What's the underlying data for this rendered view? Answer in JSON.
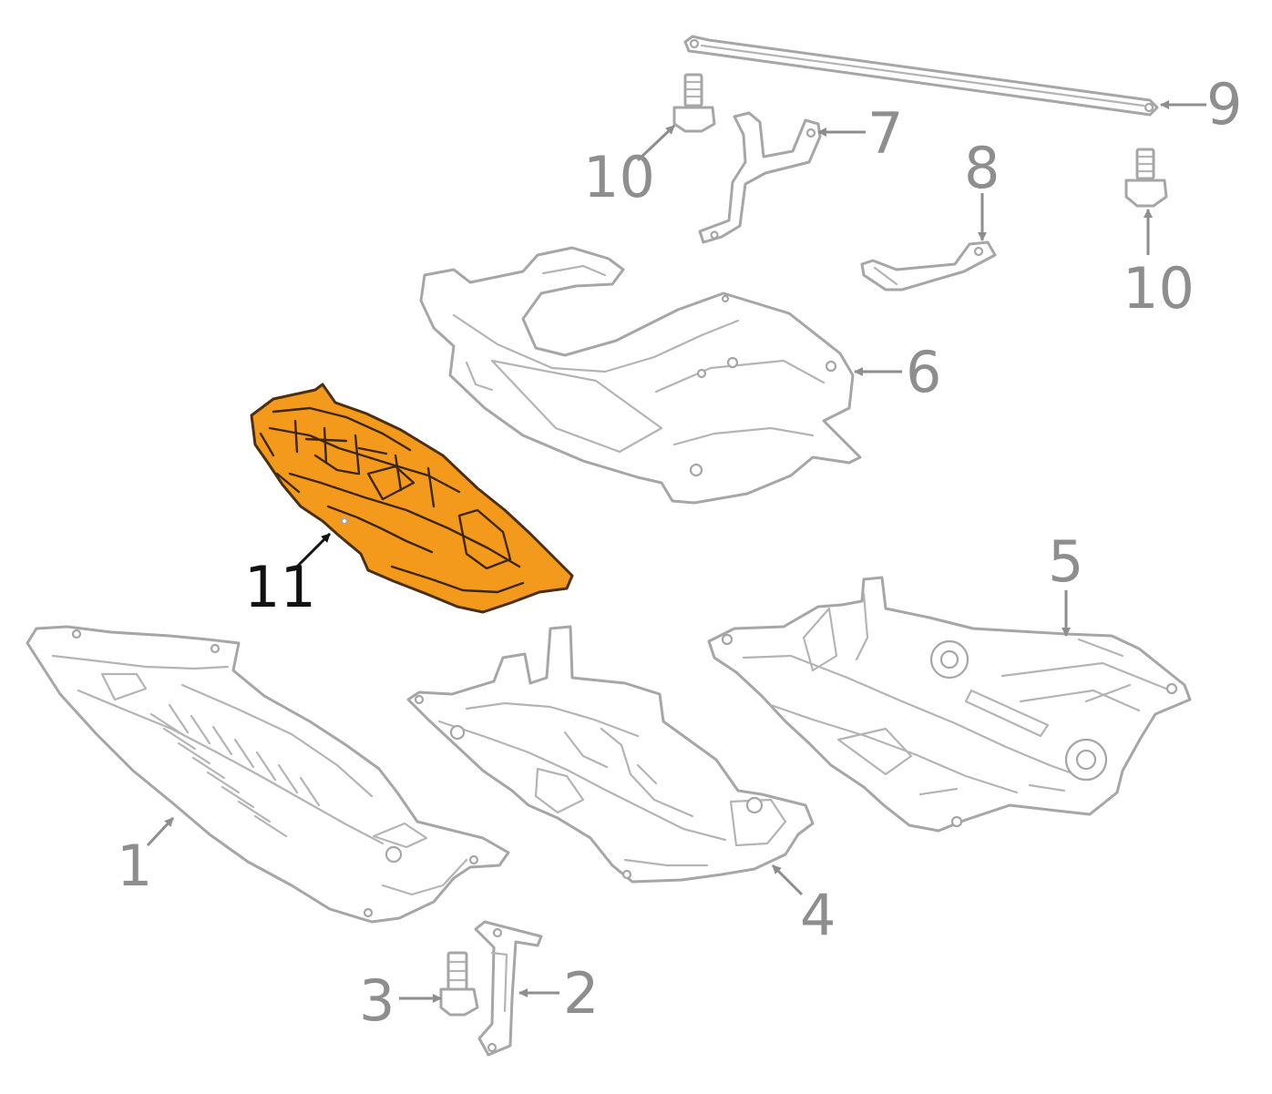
{
  "colors": {
    "part_outline": "#a6a6a6",
    "callout": "#8e8e8e",
    "highlight_fill": "#f39a1c",
    "highlight_callout": "#111111"
  },
  "callouts": [
    {
      "id": "c1",
      "label": "1"
    },
    {
      "id": "c2",
      "label": "2"
    },
    {
      "id": "c3",
      "label": "3"
    },
    {
      "id": "c4",
      "label": "4"
    },
    {
      "id": "c5",
      "label": "5"
    },
    {
      "id": "c6",
      "label": "6"
    },
    {
      "id": "c7",
      "label": "7"
    },
    {
      "id": "c8",
      "label": "8"
    },
    {
      "id": "c9",
      "label": "9"
    },
    {
      "id": "c10a",
      "label": "10"
    },
    {
      "id": "c10b",
      "label": "10"
    },
    {
      "id": "c11",
      "label": "11",
      "highlighted": true
    }
  ]
}
